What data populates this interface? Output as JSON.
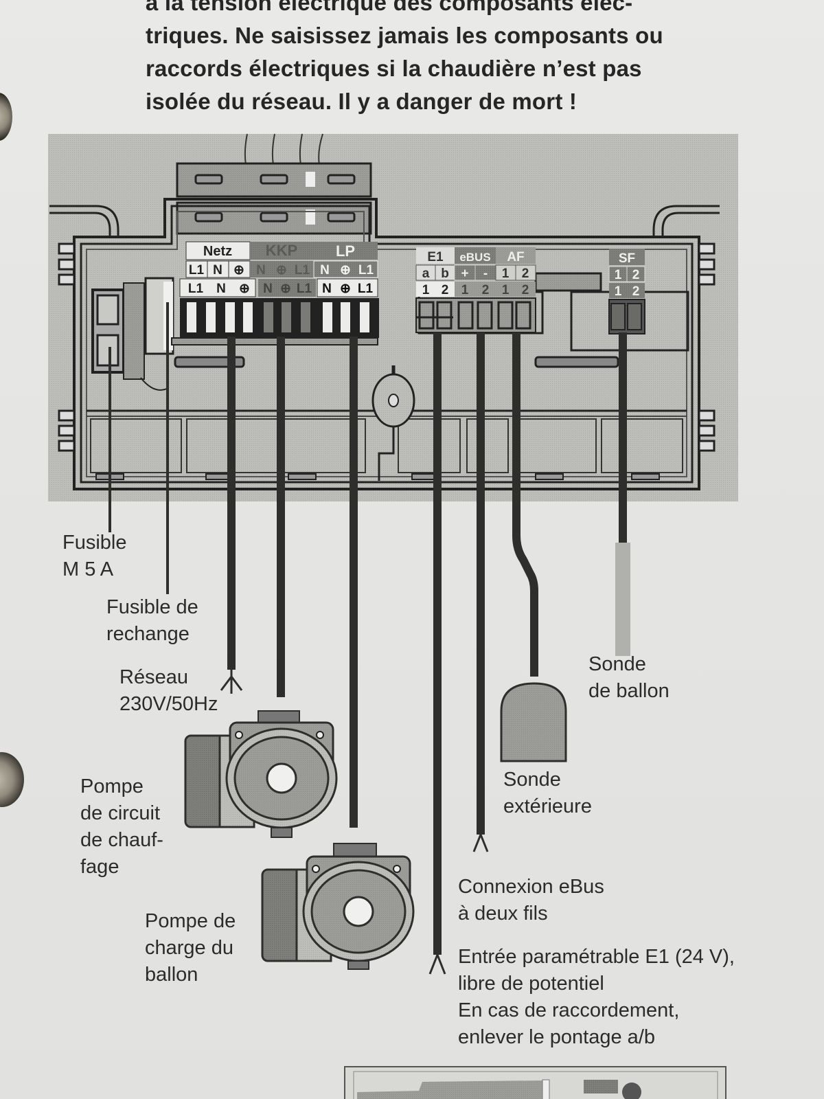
{
  "warning_text": {
    "lines": [
      "à la tension électrique des composants élec-",
      "triques. Ne saisissez jamais les composants ou",
      "raccords électriques si la chaudière n’est pas",
      "isolée du réseau. Il y a danger de mort !"
    ]
  },
  "terminal_block": {
    "groups": [
      {
        "name": "Netz",
        "top_row": [
          "L1",
          "N",
          "⊕"
        ],
        "bottom_row": [
          "L1",
          "N",
          "⊕"
        ]
      },
      {
        "name": "KKP",
        "top_row": [
          "N",
          "⊕",
          "L1"
        ],
        "bottom_row": [
          "N",
          "⊕",
          "L1"
        ]
      },
      {
        "name": "LP",
        "top_row": [
          "N",
          "⊕",
          "L1"
        ],
        "bottom_row": [
          "N",
          "⊕",
          "L1"
        ]
      },
      {
        "name": "E1",
        "top_row": [
          "a",
          "b"
        ],
        "bottom_row": [
          "1",
          "2"
        ]
      },
      {
        "name": "eBUS",
        "top_row": [
          "+",
          "-"
        ],
        "bottom_row": [
          "1",
          "2"
        ]
      },
      {
        "name": "AF",
        "top_row": [
          "1",
          "2"
        ],
        "bottom_row": [
          "1",
          "2"
        ]
      },
      {
        "name": "SF",
        "top_row": [
          "1",
          "2"
        ],
        "bottom_row": [
          "1",
          "2"
        ]
      }
    ]
  },
  "labels": {
    "fuse": [
      "Fusible",
      "M 5 A"
    ],
    "spare_fuse": [
      "Fusible de",
      "rechange"
    ],
    "mains": [
      "Réseau",
      "230V/50Hz"
    ],
    "heating_pump": [
      "Pompe",
      "de circuit",
      "de chauf-",
      "fage"
    ],
    "cylinder_pump": [
      "Pompe de",
      "charge du",
      "ballon"
    ],
    "outdoor_sensor": [
      "Sonde",
      "extérieure"
    ],
    "cylinder_sensor": [
      "Sonde",
      "de ballon"
    ],
    "ebus": [
      "Connexion eBus",
      "à deux fils"
    ],
    "e1_input": [
      "Entrée paramétrable E1 (24 V),",
      "libre de potentiel",
      "En cas de raccordement,",
      "enlever le pontage a/b"
    ]
  },
  "icons": {
    "pump": "circulation-pump-icon",
    "outdoor_sensor": "outdoor-sensor-icon",
    "cylinder_sensor": "cylinder-sensor-probe-icon",
    "cable_end": "stripped-cable-end-icon",
    "earth": "earth-ground-symbol"
  },
  "colors": {
    "paper": "#e6e6e4",
    "text": "#2a2a2a",
    "diagram_gray": "#b9b9b6",
    "diagram_dark": "#2e2e2c",
    "label_light": "#ececea",
    "label_dark": "#7d7d7a"
  }
}
